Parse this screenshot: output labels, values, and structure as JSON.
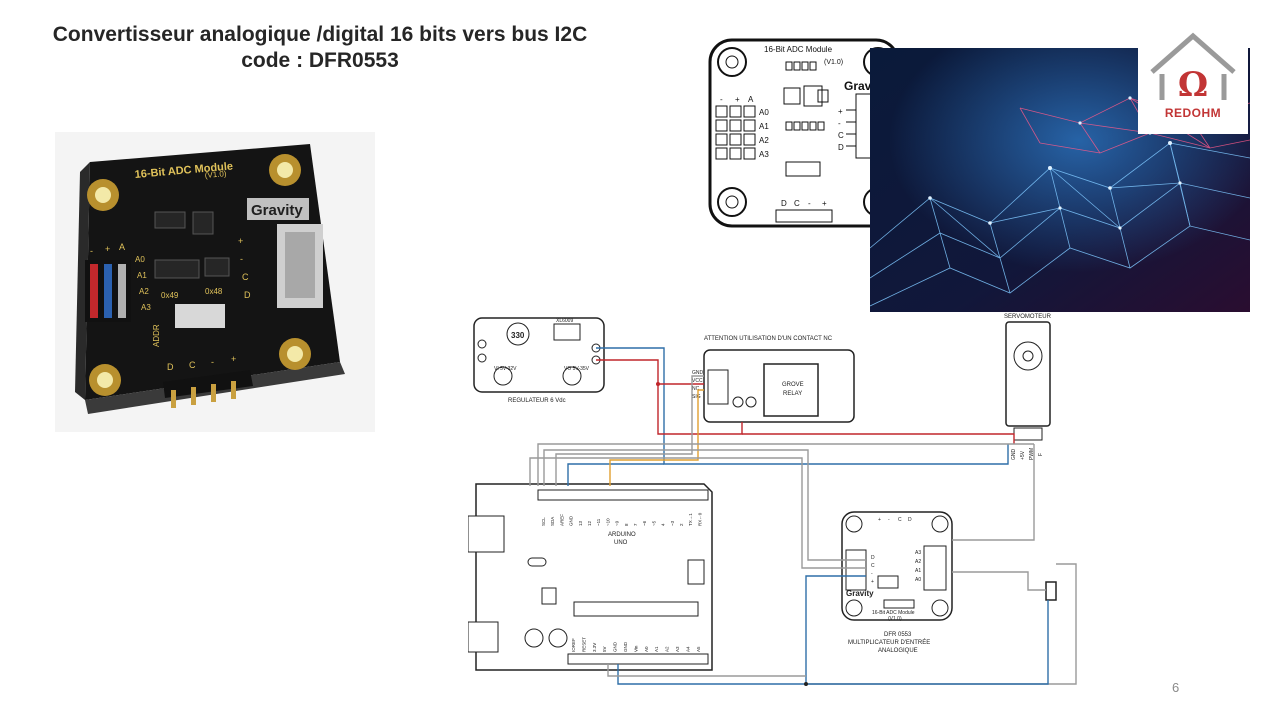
{
  "slide": {
    "title_line1": "Convertisseur analogique /digital 16 bits vers bus I2C",
    "title_line2": "code : DFR0553",
    "page_number": "6"
  },
  "logo": {
    "text": "REDOHM",
    "symbol": "Ω"
  },
  "photo": {
    "module_name": "16-Bit ADC Module",
    "version": "(V1.0)",
    "brand": "Gravity",
    "pins_left": [
      "A0",
      "A1",
      "A2",
      "A3"
    ],
    "pins_left_header": [
      "-",
      "+",
      "A"
    ],
    "pins_bottom": [
      "D",
      "C",
      "-",
      "+"
    ],
    "pins_right": [
      "+",
      "-",
      "C",
      "D"
    ],
    "addr_label": "ADDR",
    "addr_options": [
      "0x49",
      "0x48"
    ]
  },
  "module_drawing": {
    "module_name": "16-Bit ADC Module",
    "version": "(V1.0)",
    "brand": "Gravity",
    "pins_left": [
      "A0",
      "A1",
      "A2",
      "A3"
    ],
    "pins_left_header": [
      "-",
      "+",
      "A"
    ],
    "pins_right": [
      "+",
      "-",
      "C",
      "D"
    ],
    "pins_bottom": [
      "D",
      "C",
      "-",
      "+"
    ]
  },
  "wiring": {
    "regulator_label": "REGULATEUR 6 Vdc",
    "regulator_cap": "330",
    "regulator_chip": "XL6009",
    "regulator_in": "VI 5V-32V",
    "regulator_out": "VO 5V-35V",
    "relay_warning": "ATTENTION UTILISATION D'UN CONTACT NC",
    "relay_label_1": "GROVE",
    "relay_label_2": "RELAY",
    "relay_pins": [
      "GND",
      "VCC",
      "NC",
      "SIG"
    ],
    "servo_label": "SERVOMOTEUR",
    "servo_pins": [
      "GND",
      "+5V",
      "PWM",
      "F"
    ],
    "arduino_label_1": "ARDUINO",
    "arduino_label_2": "UNO",
    "arduino_top_pins": [
      "SCL",
      "SDA",
      "AREF",
      "GND",
      "13",
      "12",
      "~11",
      "~10",
      "~9",
      "8",
      "7",
      "~6",
      "~5",
      "4",
      "~3",
      "2",
      "TX→1",
      "RX←0"
    ],
    "arduino_bottom_pins": [
      "IOREF",
      "RESET",
      "3.3V",
      "5V",
      "GND",
      "GND",
      "Vin",
      "A0",
      "A1",
      "A2",
      "A3",
      "A4",
      "A5"
    ],
    "adc_label_1": "DFR 0553",
    "adc_label_2": "MULTIPLICATEUR D'ENTRÉE",
    "adc_label_3": "ANALOGIQUE",
    "adc_module_name": "16-Bit ADC Module",
    "adc_version": "(V1.0)",
    "adc_brand": "Gravity",
    "adc_pins_left": [
      "D",
      "C",
      "-",
      "+"
    ],
    "adc_pins_right": [
      "A3",
      "A2",
      "A1",
      "A0"
    ],
    "adc_pins_top": [
      "+",
      "-",
      "C",
      "D"
    ]
  },
  "colors": {
    "title": "#262626",
    "pcb_black": "#1e1e1e",
    "pcb_gold": "#c9a040",
    "wire_red": "#c0262c",
    "wire_blue": "#2f6fa8",
    "wire_orange": "#e0a030",
    "wire_gray": "#9a9a9a",
    "logo_red": "#c23535",
    "network_bg": "#0b1530"
  }
}
